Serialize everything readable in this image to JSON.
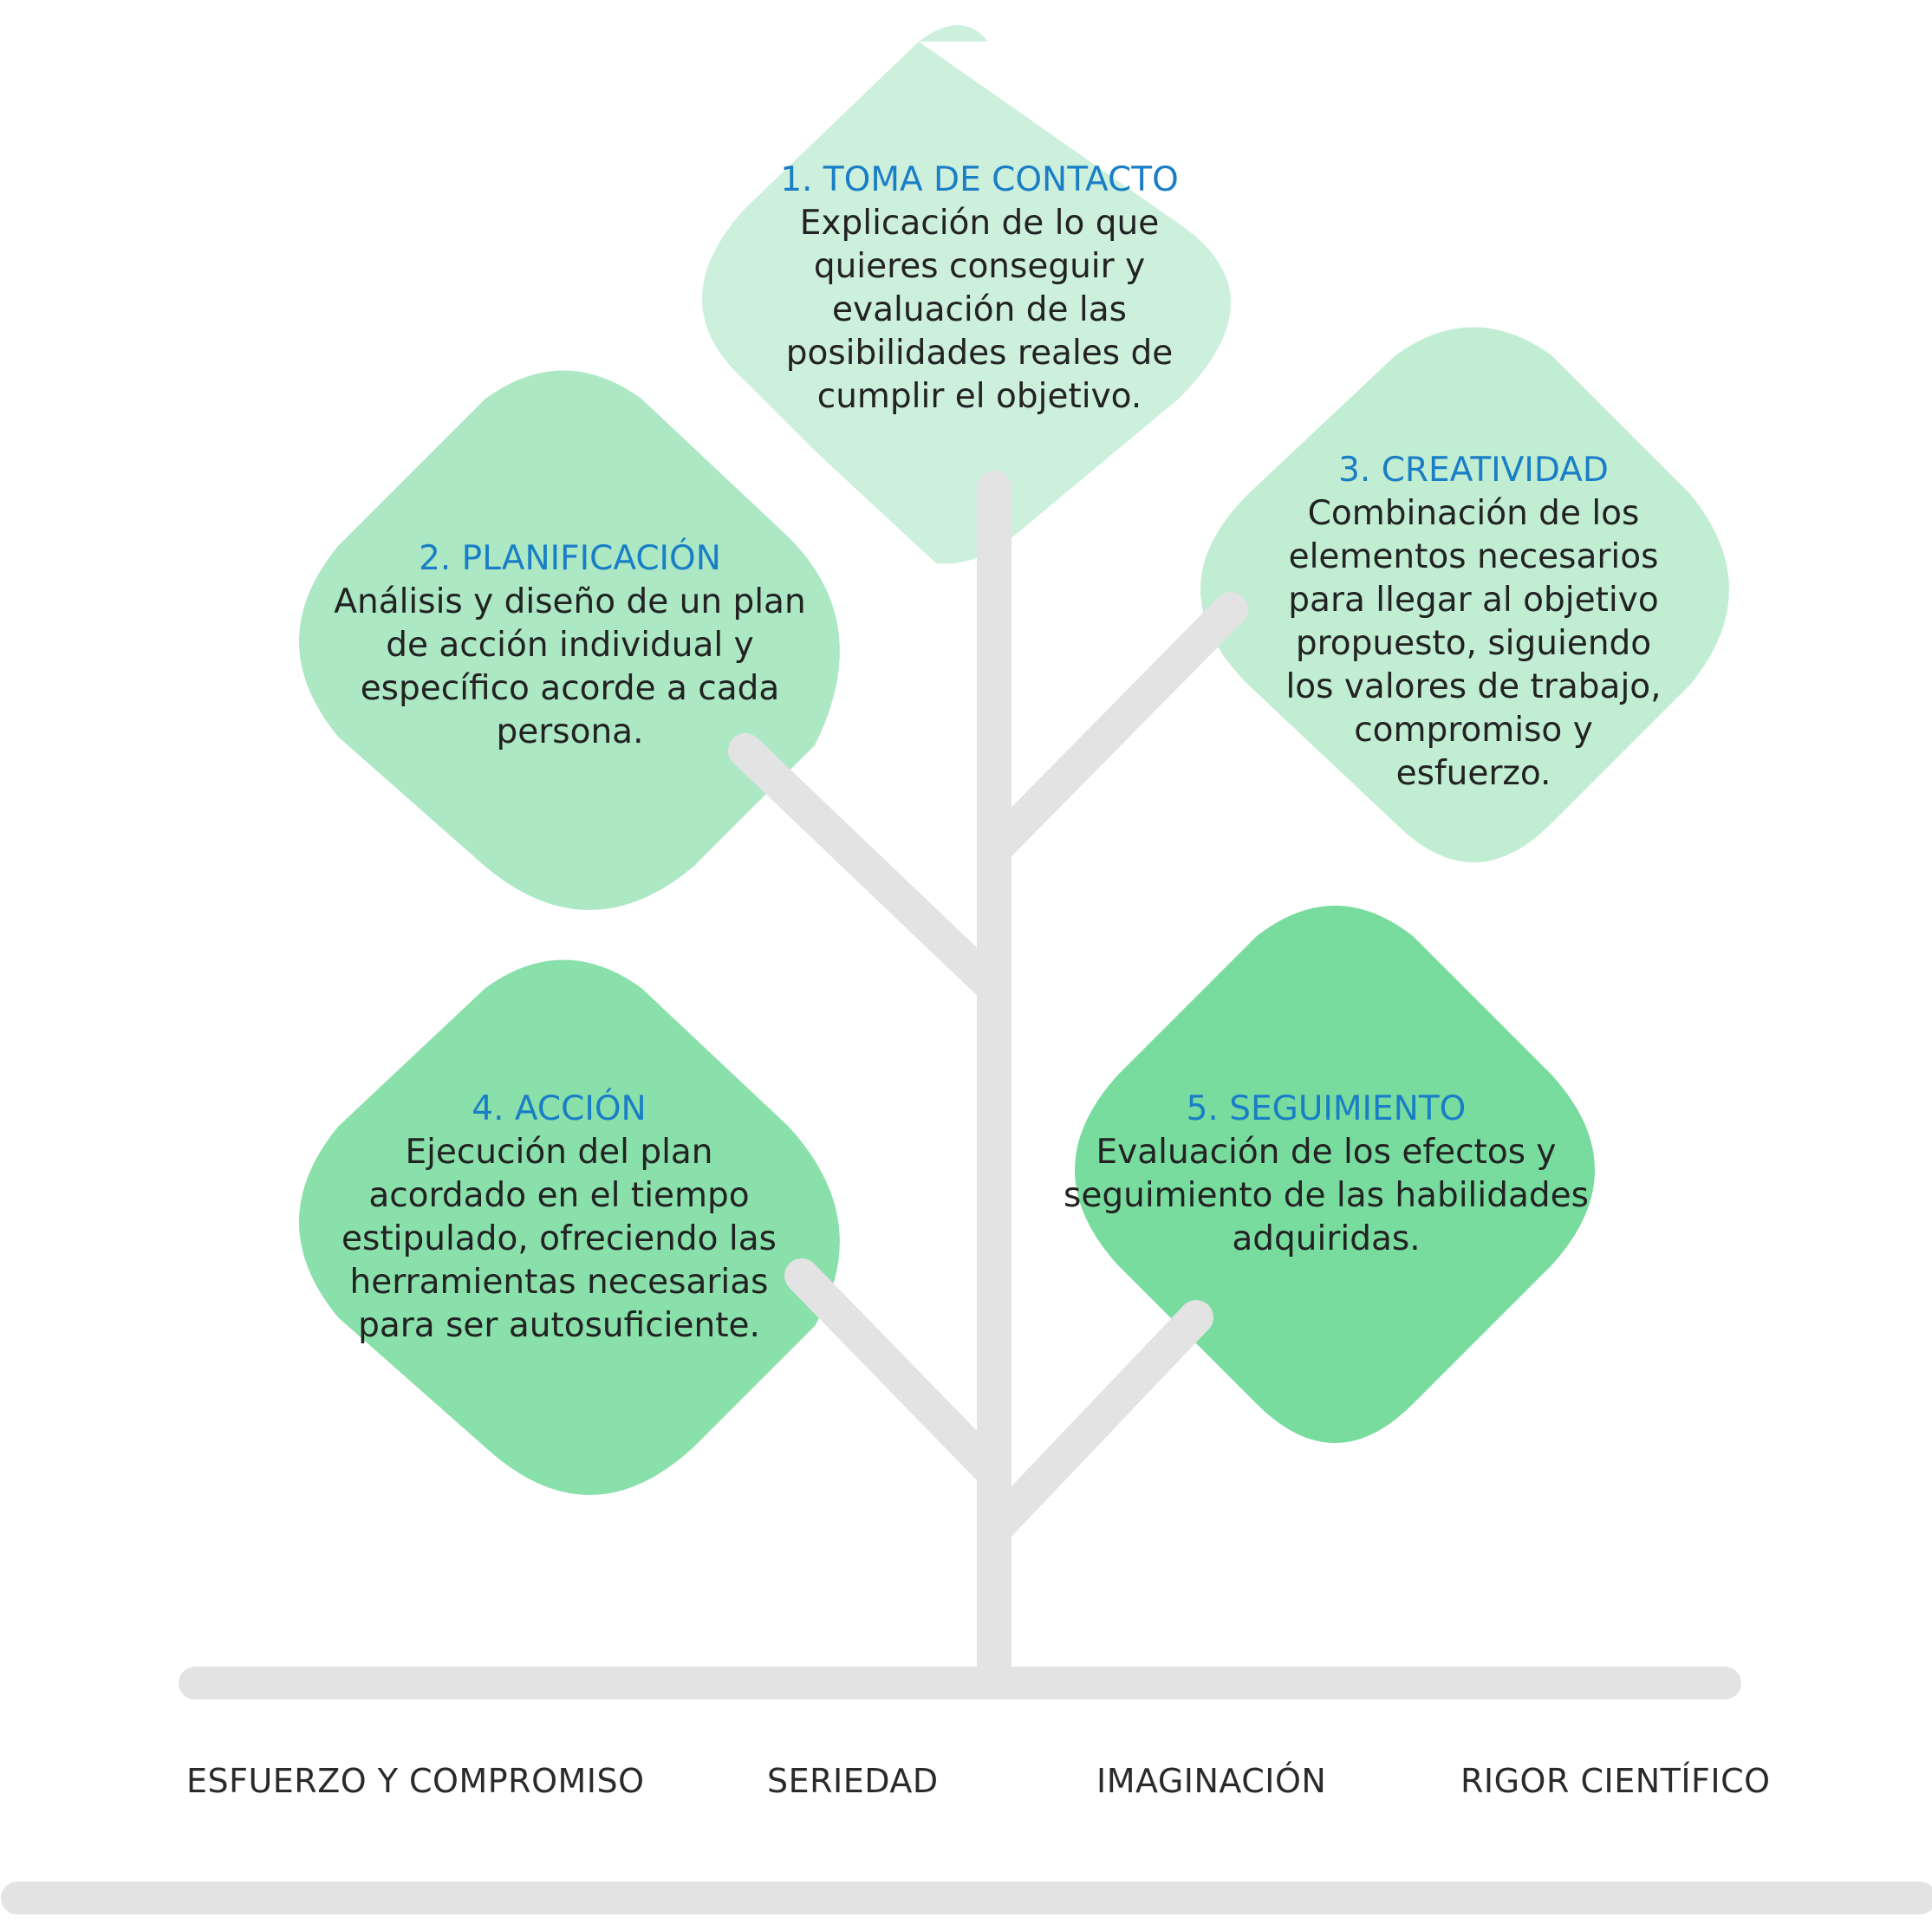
{
  "steps": [
    {
      "title": "1. TOMA DE CONTACTO",
      "body": "Explicación de lo que\nquieres conseguir y\nevaluación de las\nposibilidades reales de\ncumplir el objetivo.",
      "color": "#cdf0dd"
    },
    {
      "title": "2. PLANIFICACIÓN",
      "body": "Análisis y diseño de un plan\nde acción individual y\nespecífico acorde a cada\npersona.",
      "color": "#ace8c4"
    },
    {
      "title": "3. CREATIVIDAD",
      "body": "Combinación de los\nelementos necesarios\npara llegar al objetivo\npropuesto, siguiendo\nlos valores de trabajo,\ncompromiso y\nesfuerzo.",
      "color": "#c1eed3"
    },
    {
      "title": "4.  ACCIÓN",
      "body": "Ejecución del plan\nacordado en el tiempo\nestipulado, ofreciendo las\nherramientas necesarias\npara ser autosuficiente.",
      "color": "#89e0aa"
    },
    {
      "title": "5. SEGUIMIENTO",
      "body": "Evaluación de los efectos y\nseguimiento de las habilidades\nadquiridas.",
      "color": "#78dc9e"
    }
  ],
  "values": [
    "ESFUERZO Y COMPROMISO",
    "SERIEDAD",
    "IMAGINACIÓN",
    "RIGOR CIENTÍFICO"
  ],
  "colors": {
    "title": "#1a7ec6",
    "trunk": "#e3e3e3",
    "text": "#222222"
  }
}
